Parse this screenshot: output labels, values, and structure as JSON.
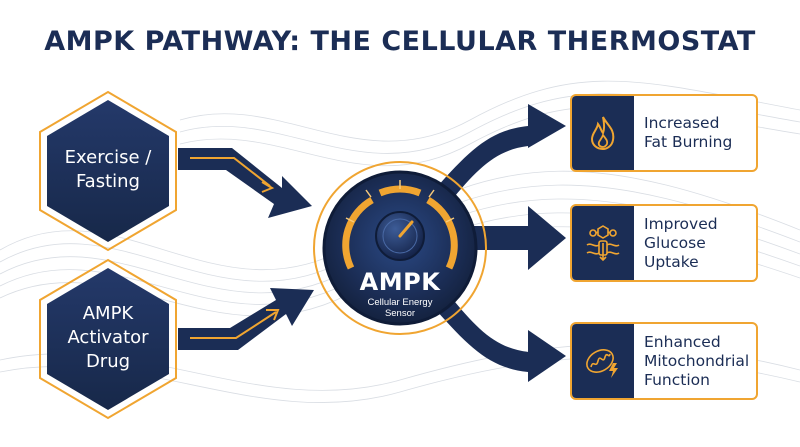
{
  "title": "AMPK PATHWAY: THE CELLULAR THERMOSTAT",
  "inputs": [
    {
      "lines": [
        "Exercise /",
        "Fasting"
      ]
    },
    {
      "lines": [
        "AMPK",
        "Activator",
        "Drug"
      ]
    }
  ],
  "sensor": {
    "name": "AMPK",
    "subtitle_lines": [
      "Cellular Energy",
      "Sensor"
    ]
  },
  "outputs": [
    {
      "lines": [
        "Increased",
        "Fat Burning"
      ],
      "icon": "flame-icon"
    },
    {
      "lines": [
        "Improved",
        "Glucose",
        "Uptake"
      ],
      "icon": "glucose-transport-icon"
    },
    {
      "lines": [
        "Enhanced",
        "Mitochondrial",
        "Function"
      ],
      "icon": "mitochondria-energy-icon"
    }
  ],
  "colors": {
    "navy": "#1b2d55",
    "accent": "#f0a531",
    "background": "#ffffff"
  }
}
